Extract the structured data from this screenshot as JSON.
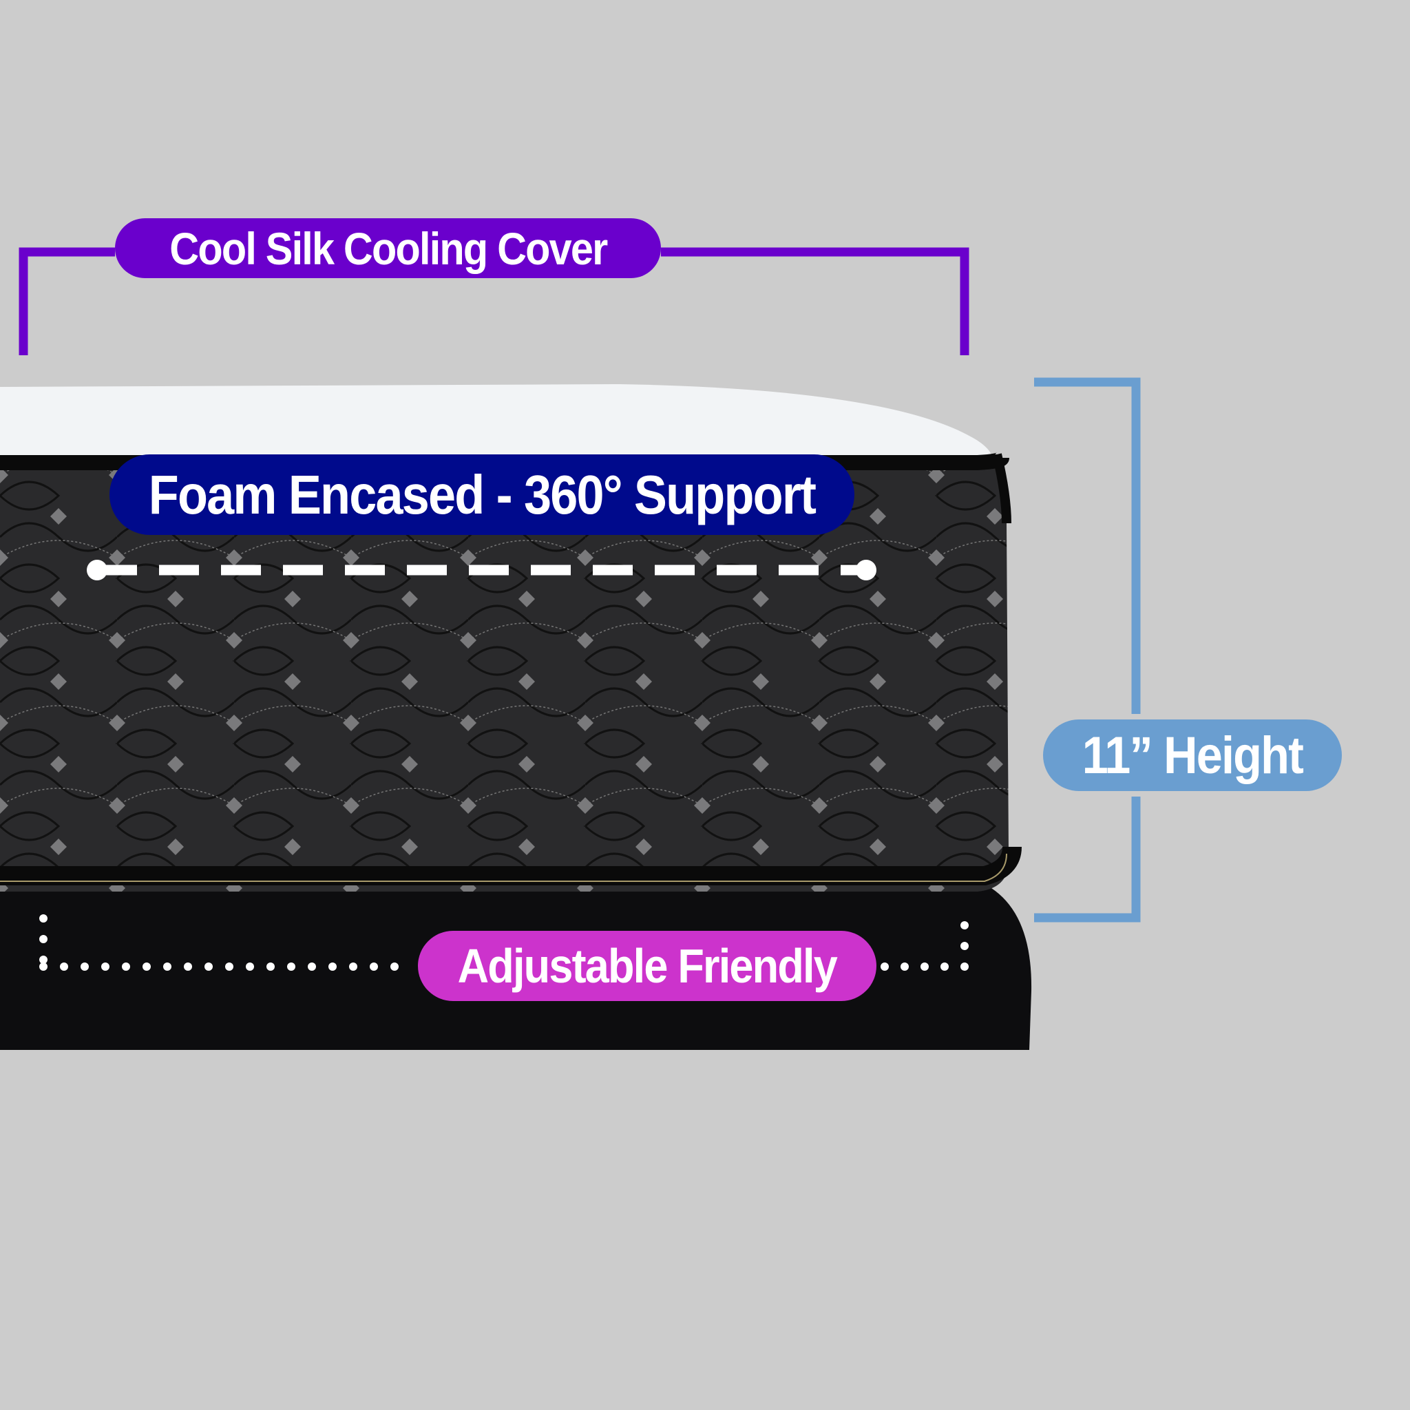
{
  "labels": {
    "cover": "Cool Silk Cooling Cover",
    "support": "Foam Encased - 360° Support",
    "height": "11” Height",
    "adjustable": "Adjustable Friendly"
  },
  "colors": {
    "background": "#cccccc",
    "cover": "#6a00cc",
    "support": "#000a8c",
    "height": "#6a9ed0",
    "adjustable": "#cc33cc"
  }
}
